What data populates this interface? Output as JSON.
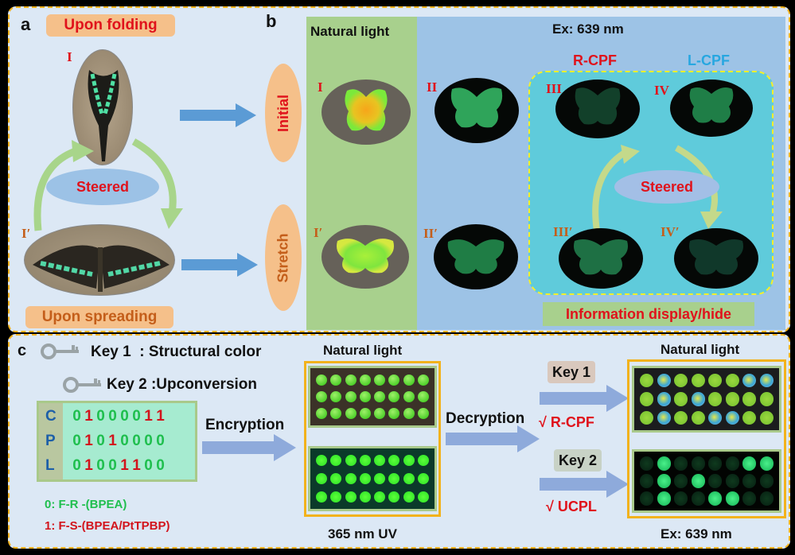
{
  "panel_a": {
    "letter": "a",
    "top_label": "Upon folding",
    "bottom_label": "Upon spreading",
    "state_top": "I",
    "state_bottom": "I′",
    "center_label": "Steered",
    "photo_top": "butterfly-folded-photo",
    "photo_bottom": "butterfly-spread-photo"
  },
  "panel_b": {
    "letter": "b",
    "row_labels": [
      "Initial",
      "Stretch"
    ],
    "natural_header": "Natural light",
    "ex_header": "Ex: 639 nm",
    "rcpf": "R-CPF",
    "lcpf": "L-CPF",
    "states": {
      "I": "I",
      "I_prime": "I′",
      "II": "II",
      "II_prime": "II′",
      "III": "III",
      "III_prime": "III′",
      "IV": "IV",
      "IV_prime": "IV′"
    },
    "center_label": "Steered",
    "info_label": "Information display/hide"
  },
  "panel_c": {
    "letter": "c",
    "key1": "Key 1  : Structural color",
    "key2": "Key 2 :Upconversion",
    "codes": [
      {
        "letter": "C",
        "bits": "01000011"
      },
      {
        "letter": "P",
        "bits": "01010000"
      },
      {
        "letter": "L",
        "bits": "01001100"
      }
    ],
    "legend0": "0: F-R -(BPEA)",
    "legend1": "1: F-S-(BPEA/PtTPBP)",
    "encryption": "Encryption",
    "decryption": "Decryption",
    "mid_header": "Natural light",
    "mid_footer": "365 nm UV",
    "right_header": "Natural light",
    "right_footer": "Ex: 639 nm",
    "key1_tag": "Key 1",
    "key2_tag": "Key 2",
    "check1": "√ R-CPF",
    "check2": "√ UCPL"
  },
  "colors": {
    "frame_orange": "#f2b21c",
    "bit0_green": "#1fbf4e",
    "bit1_red": "#d2141c",
    "arrow_blue": "#5b9bd5",
    "arrow_green": "#a8d58a"
  }
}
